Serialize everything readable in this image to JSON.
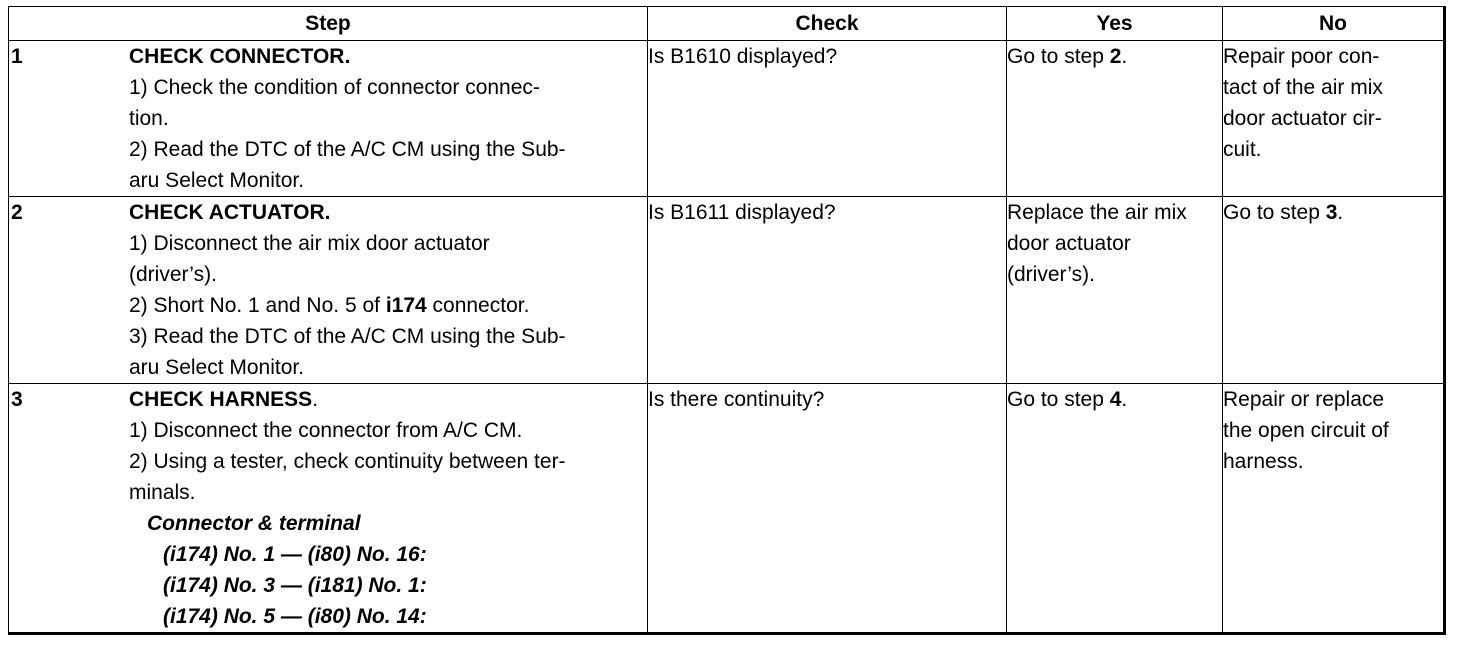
{
  "table": {
    "headers": {
      "step": "Step",
      "check": "Check",
      "yes": "Yes",
      "no": "No"
    },
    "rows": [
      {
        "num": "1",
        "title": "CHECK CONNECTOR.",
        "instructions": [
          "1)  Check the condition of connector connec-",
          "tion.",
          "2)  Read the DTC of the A/C CM using the Sub-",
          "aru Select Monitor."
        ],
        "check": "Is B1610 displayed?",
        "yes_prefix": "Go to step ",
        "yes_ref": "2",
        "yes_suffix": ".",
        "no_lines": [
          "Repair poor con-",
          "tact of the air mix",
          "door actuator cir-",
          "cuit."
        ]
      },
      {
        "num": "2",
        "title": "CHECK ACTUATOR.",
        "instructions_a": [
          "1)  Disconnect the air mix door actuator",
          "(driver’s)."
        ],
        "instr_short_prefix": "2)  Short No. 1 and No. 5 of ",
        "instr_short_ref": "i174",
        "instr_short_suffix": " connector.",
        "instructions_b": [
          "3)  Read the DTC of the A/C CM using the Sub-",
          "aru Select Monitor."
        ],
        "check": "Is B1611 displayed?",
        "yes_lines": [
          "Replace the air mix",
          "door actuator",
          "(driver’s)."
        ],
        "no_prefix": "Go to step ",
        "no_ref": "3",
        "no_suffix": "."
      },
      {
        "num": "3",
        "title_bold": "CHECK HARNESS",
        "title_suffix": ".",
        "instructions": [
          "1)  Disconnect the connector from A/C CM.",
          "2)  Using a tester, check continuity between ter-",
          "minals."
        ],
        "sub_heading": "Connector & terminal",
        "sub_items": [
          "(i174) No. 1 — (i80) No. 16:",
          "(i174) No. 3 — (i181) No. 1:",
          "(i174) No. 5 — (i80) No. 14:"
        ],
        "check": "Is there continuity?",
        "yes_prefix": "Go to step ",
        "yes_ref": "4",
        "yes_suffix": ".",
        "no_lines": [
          "Repair or replace",
          "the open circuit of",
          "harness."
        ]
      }
    ]
  }
}
